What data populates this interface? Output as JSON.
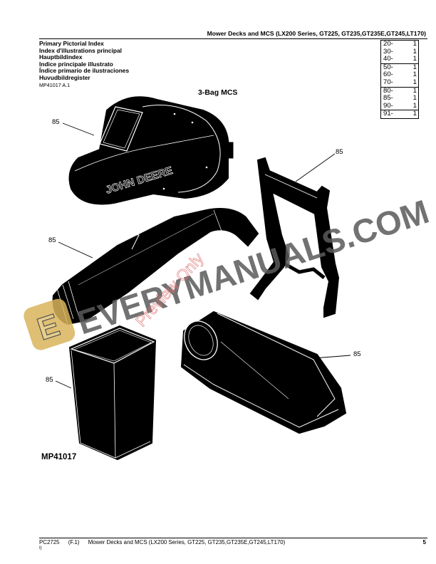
{
  "header": {
    "title": "Mower Decks and MCS (LX200 Series, GT225, GT235,GT235E,GT245,LT170)"
  },
  "index": {
    "lines": [
      "Primary Pictorial Index",
      "Index d'illustrations principal",
      "Hauptbildindex",
      "Indice principale illustrato",
      "Índice primario de ilustraciones",
      "Huvudbildregister"
    ],
    "ref_code": "MP41017 A.1"
  },
  "page_table": {
    "groups": [
      [
        {
          "section": "20-",
          "page": "1"
        },
        {
          "section": "30-",
          "page": "1"
        },
        {
          "section": "40-",
          "page": "1"
        }
      ],
      [
        {
          "section": "50-",
          "page": "1"
        },
        {
          "section": "60-",
          "page": "1"
        },
        {
          "section": "70-",
          "page": "1"
        }
      ],
      [
        {
          "section": "80-",
          "page": "1"
        },
        {
          "section": "85-",
          "page": "1"
        },
        {
          "section": "90-",
          "page": "1"
        }
      ],
      [
        {
          "section": "91-",
          "page": "1"
        }
      ]
    ]
  },
  "figure": {
    "label": "3-Bag MCS",
    "brand_decal": "JOHN DEERE",
    "figure_id": "MP41017",
    "callouts": [
      {
        "part": "hood-blower",
        "text": "85"
      },
      {
        "part": "bag-support-frame",
        "text": "85"
      },
      {
        "part": "discharge-chute",
        "text": "85"
      },
      {
        "part": "bag-container",
        "text": "85"
      },
      {
        "part": "bag-cover",
        "text": "85"
      }
    ]
  },
  "watermark": {
    "text": "EVERYMANUALS.COM",
    "overlay": "Preview Only",
    "logo_letter": "E",
    "logo_color": "#d9b45a",
    "text_color": "#5a5a5a",
    "overlay_color": "#e07070"
  },
  "footer": {
    "doc_code": "PC2725",
    "revision": "(F.1)",
    "title": "Mower Decks and MCS (LX200 Series, GT225, GT235,GT235E,GT245,LT170)",
    "sub": "I)",
    "page_number": "5"
  }
}
